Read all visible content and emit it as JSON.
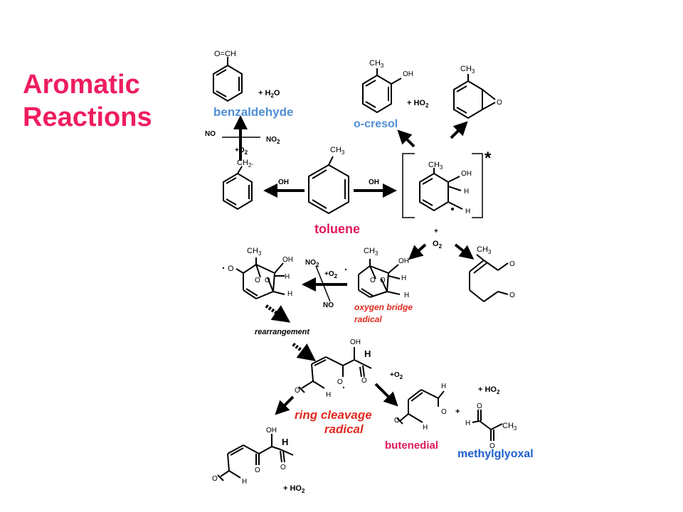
{
  "title": {
    "line1": "Aromatic",
    "line2": "Reactions"
  },
  "compounds": {
    "benzaldehyde": "benzaldehyde",
    "o_cresol": "o-cresol",
    "toluene": "toluene",
    "oxygen_bridge_line1": "oxygen bridge",
    "oxygen_bridge_line2": "radical",
    "rearrangement": "rearrangement",
    "ring_cleavage_line1": "ring cleavage",
    "ring_cleavage_line2": "radical",
    "butenedial": "butenedial",
    "methylglyoxal": "methylglyoxal"
  },
  "chem": {
    "oeqch": "O=CH",
    "h2o": "+ H2O",
    "ho2": "+ HO2",
    "ch3": "CH3",
    "oh": "OH",
    "ch2dot": "CH2.",
    "no": "NO",
    "no2": "NO2",
    "plus_o2": "+O2",
    "plus": "+",
    "o2": "O2",
    "h": "H",
    "o": "O",
    "dot": ".",
    "star": "*"
  },
  "colors": {
    "title": "#ee1d5f",
    "pink": "#e0185c",
    "blue": "#4f8ed8",
    "red": "#e0281f",
    "line": "#000000"
  }
}
